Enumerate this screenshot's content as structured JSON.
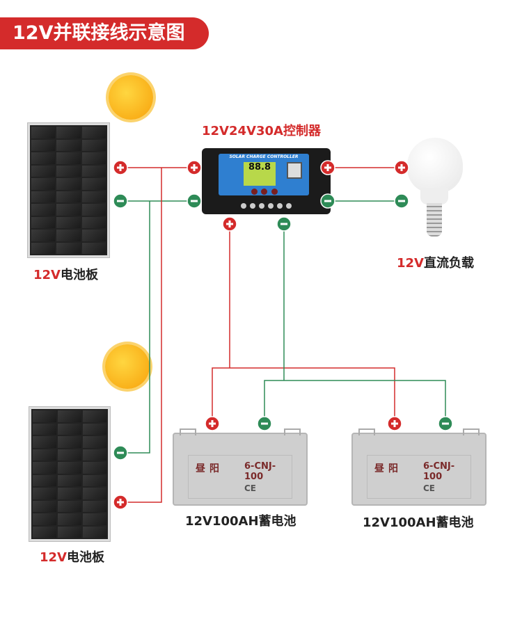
{
  "title": "12V并联接线示意图",
  "controller": {
    "label": "12V24V30A控制器",
    "panel_text": "SOLAR CHARGE CONTROLLER",
    "lcd": "88.8"
  },
  "panel_label": {
    "voltage": "12V",
    "name": "电池板"
  },
  "load_label": {
    "voltage": "12V",
    "name": "直流负载"
  },
  "battery": {
    "label": "12V100AH蓄电池",
    "brand": "昼阳",
    "model": "6-CNJ-100",
    "ce": "CE"
  },
  "terminals": {
    "plus": "+",
    "minus": "−"
  },
  "colors": {
    "accent": "#d42b2b",
    "positive": "#d42b2b",
    "negative": "#2e8b57"
  }
}
